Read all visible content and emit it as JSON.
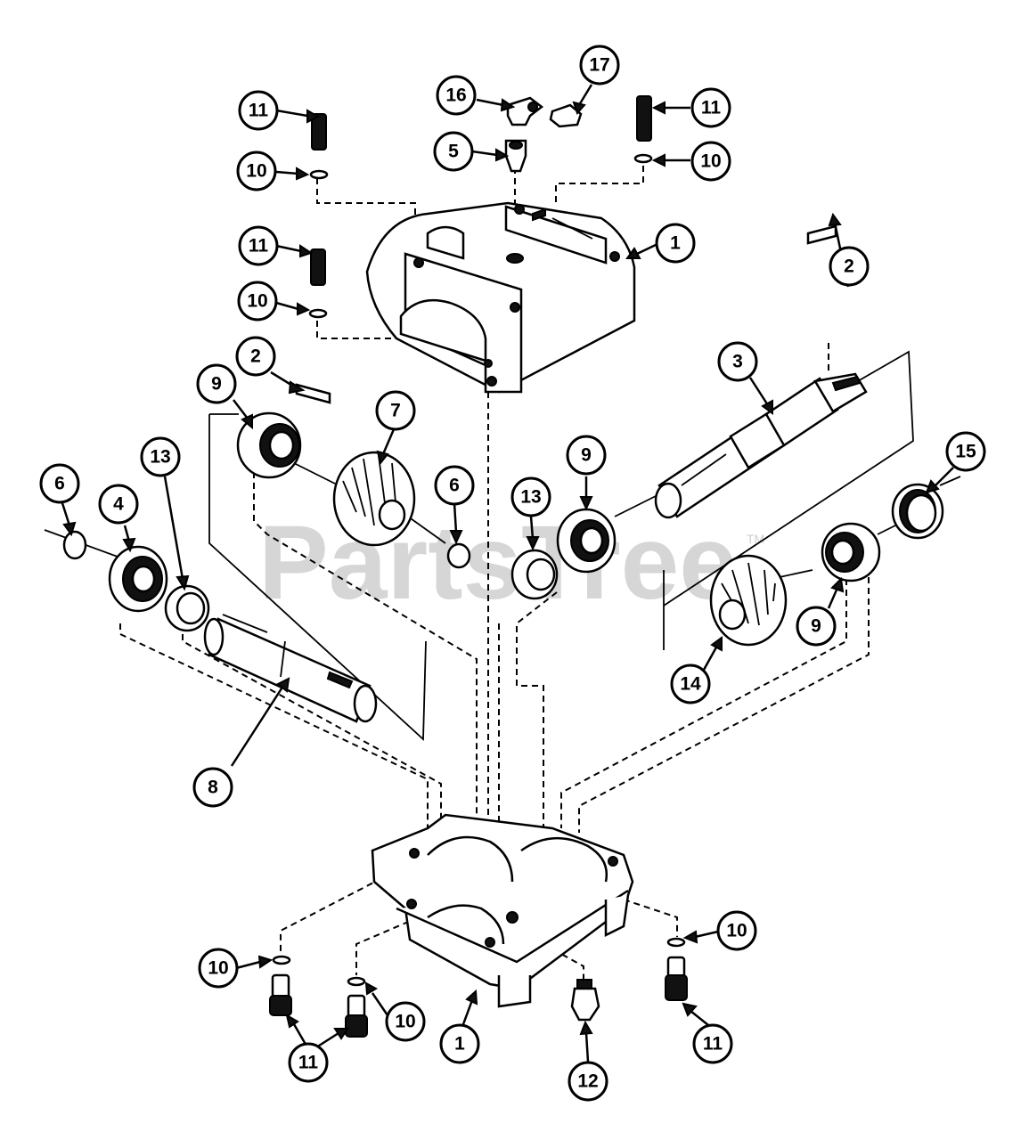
{
  "watermark": {
    "text": "PartsTree",
    "trademark": "TM"
  },
  "callouts": [
    {
      "id": "c11-top-left",
      "label": "11"
    },
    {
      "id": "c10-top-left",
      "label": "10"
    },
    {
      "id": "c16",
      "label": "16"
    },
    {
      "id": "c17",
      "label": "17"
    },
    {
      "id": "c5",
      "label": "5"
    },
    {
      "id": "c11-top-right",
      "label": "11"
    },
    {
      "id": "c10-top-right",
      "label": "10"
    },
    {
      "id": "c11-mid-left",
      "label": "11"
    },
    {
      "id": "c10-mid-left",
      "label": "10"
    },
    {
      "id": "c1-top",
      "label": "1"
    },
    {
      "id": "c2-right",
      "label": "2"
    },
    {
      "id": "c2-left",
      "label": "2"
    },
    {
      "id": "c9-left",
      "label": "9"
    },
    {
      "id": "c7",
      "label": "7"
    },
    {
      "id": "c3",
      "label": "3"
    },
    {
      "id": "c6-right",
      "label": "6"
    },
    {
      "id": "c13-right",
      "label": "13"
    },
    {
      "id": "c9-center",
      "label": "9"
    },
    {
      "id": "c15",
      "label": "15"
    },
    {
      "id": "c6-left",
      "label": "6"
    },
    {
      "id": "c4",
      "label": "4"
    },
    {
      "id": "c13-left",
      "label": "13"
    },
    {
      "id": "c9-right",
      "label": "9"
    },
    {
      "id": "c14",
      "label": "14"
    },
    {
      "id": "c8",
      "label": "8"
    },
    {
      "id": "c10-bottom-right",
      "label": "10"
    },
    {
      "id": "c10-bottom-left",
      "label": "10"
    },
    {
      "id": "c10-bottom-center",
      "label": "10"
    },
    {
      "id": "c11-bottom-left",
      "label": "11"
    },
    {
      "id": "c1-bottom",
      "label": "1"
    },
    {
      "id": "c12",
      "label": "12"
    },
    {
      "id": "c11-bottom-right",
      "label": "11"
    }
  ]
}
